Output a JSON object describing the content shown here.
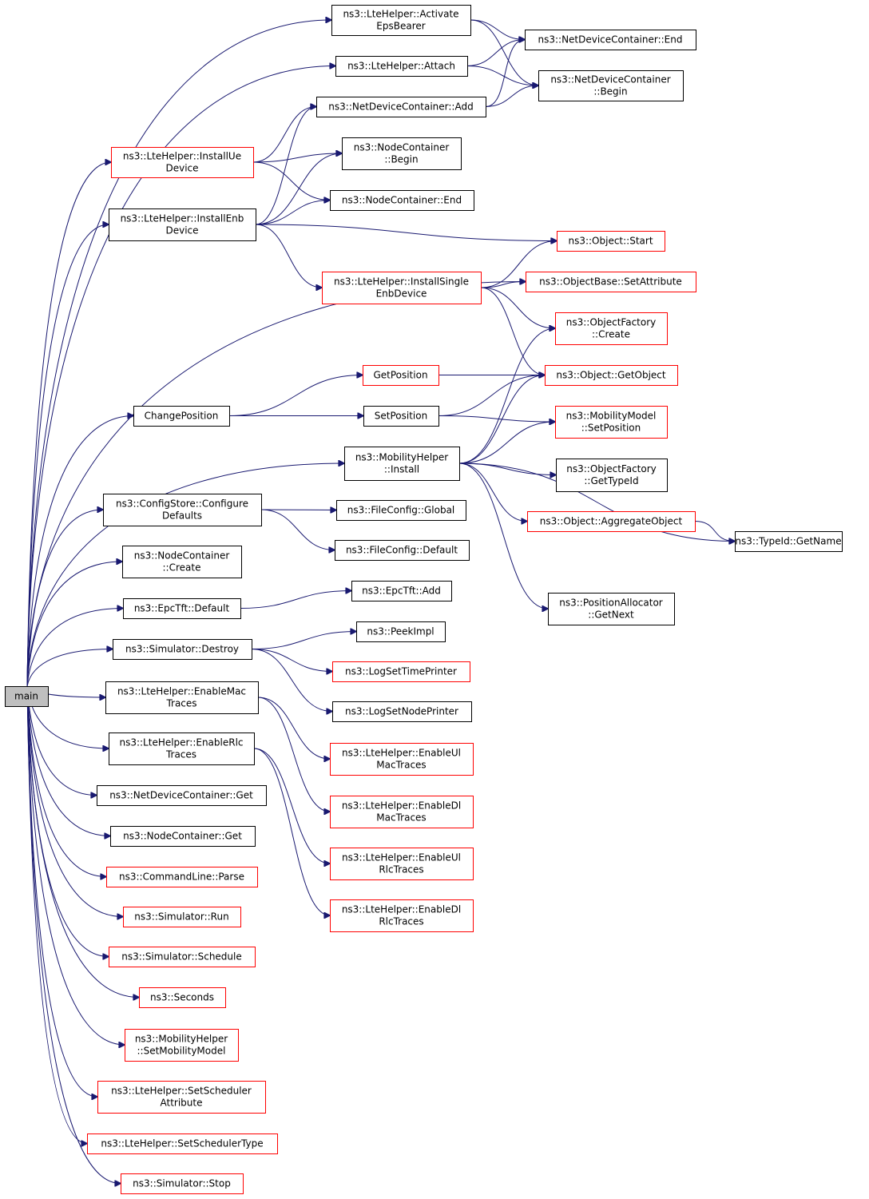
{
  "colors": {
    "edge": "#191970",
    "node_border_plain": "#000000",
    "node_border_red": "#ff0000",
    "root_fill": "#bfbfbf"
  },
  "nodes": {
    "main": {
      "lines": [
        "main"
      ],
      "red": false
    },
    "activateEpsBearer": {
      "lines": [
        "ns3::LteHelper::Activate",
        "EpsBearer"
      ],
      "red": false
    },
    "attach": {
      "lines": [
        "ns3::LteHelper::Attach"
      ],
      "red": false
    },
    "ndcEnd": {
      "lines": [
        "ns3::NetDeviceContainer::End"
      ],
      "red": false
    },
    "ndcBegin": {
      "lines": [
        "ns3::NetDeviceContainer",
        "::Begin"
      ],
      "red": false
    },
    "ndcAdd": {
      "lines": [
        "ns3::NetDeviceContainer::Add"
      ],
      "red": false
    },
    "installUe": {
      "lines": [
        "ns3::LteHelper::InstallUe",
        "Device"
      ],
      "red": true
    },
    "ncBegin": {
      "lines": [
        "ns3::NodeContainer",
        "::Begin"
      ],
      "red": false
    },
    "ncEnd": {
      "lines": [
        "ns3::NodeContainer::End"
      ],
      "red": false
    },
    "installEnb": {
      "lines": [
        "ns3::LteHelper::InstallEnb",
        "Device"
      ],
      "red": false
    },
    "objStart": {
      "lines": [
        "ns3::Object::Start"
      ],
      "red": true
    },
    "installSingleEnb": {
      "lines": [
        "ns3::LteHelper::InstallSingle",
        "EnbDevice"
      ],
      "red": true
    },
    "setAttribute": {
      "lines": [
        "ns3::ObjectBase::SetAttribute"
      ],
      "red": true
    },
    "ofCreate": {
      "lines": [
        "ns3::ObjectFactory",
        "::Create"
      ],
      "red": true
    },
    "getPosition": {
      "lines": [
        "GetPosition"
      ],
      "red": true
    },
    "getObject": {
      "lines": [
        "ns3::Object::GetObject"
      ],
      "red": true
    },
    "changePosition": {
      "lines": [
        "ChangePosition"
      ],
      "red": false
    },
    "setPosition": {
      "lines": [
        "SetPosition"
      ],
      "red": false
    },
    "mmSetPosition": {
      "lines": [
        "ns3::MobilityModel",
        "::SetPosition"
      ],
      "red": true
    },
    "mhInstall": {
      "lines": [
        "ns3::MobilityHelper",
        "::Install"
      ],
      "red": false
    },
    "ofGetTypeId": {
      "lines": [
        "ns3::ObjectFactory",
        "::GetTypeId"
      ],
      "red": false
    },
    "csConfigure": {
      "lines": [
        "ns3::ConfigStore::Configure",
        "Defaults"
      ],
      "red": false
    },
    "fcGlobal": {
      "lines": [
        "ns3::FileConfig::Global"
      ],
      "red": false
    },
    "aggregate": {
      "lines": [
        "ns3::Object::AggregateObject"
      ],
      "red": true
    },
    "typeIdGetName": {
      "lines": [
        "ns3::TypeId::GetName"
      ],
      "red": false
    },
    "fcDefault": {
      "lines": [
        "ns3::FileConfig::Default"
      ],
      "red": false
    },
    "ncCreate": {
      "lines": [
        "ns3::NodeContainer",
        "::Create"
      ],
      "red": false
    },
    "paGetNext": {
      "lines": [
        "ns3::PositionAllocator",
        "::GetNext"
      ],
      "red": false
    },
    "tftDefault": {
      "lines": [
        "ns3::EpcTft::Default"
      ],
      "red": false
    },
    "tftAdd": {
      "lines": [
        "ns3::EpcTft::Add"
      ],
      "red": false
    },
    "simDestroy": {
      "lines": [
        "ns3::Simulator::Destroy"
      ],
      "red": false
    },
    "peekImpl": {
      "lines": [
        "ns3::PeekImpl"
      ],
      "red": false
    },
    "logSetTime": {
      "lines": [
        "ns3::LogSetTimePrinter"
      ],
      "red": true
    },
    "logSetNode": {
      "lines": [
        "ns3::LogSetNodePrinter"
      ],
      "red": false
    },
    "enableMac": {
      "lines": [
        "ns3::LteHelper::EnableMac",
        "Traces"
      ],
      "red": false
    },
    "enableUlMac": {
      "lines": [
        "ns3::LteHelper::EnableUl",
        "MacTraces"
      ],
      "red": true
    },
    "enableRlc": {
      "lines": [
        "ns3::LteHelper::EnableRlc",
        "Traces"
      ],
      "red": false
    },
    "enableDlMac": {
      "lines": [
        "ns3::LteHelper::EnableDl",
        "MacTraces"
      ],
      "red": true
    },
    "ndcGet": {
      "lines": [
        "ns3::NetDeviceContainer::Get"
      ],
      "red": false
    },
    "ncGet": {
      "lines": [
        "ns3::NodeContainer::Get"
      ],
      "red": false
    },
    "enableUlRlc": {
      "lines": [
        "ns3::LteHelper::EnableUl",
        "RlcTraces"
      ],
      "red": true
    },
    "cmdParse": {
      "lines": [
        "ns3::CommandLine::Parse"
      ],
      "red": true
    },
    "simRun": {
      "lines": [
        "ns3::Simulator::Run"
      ],
      "red": true
    },
    "enableDlRlc": {
      "lines": [
        "ns3::LteHelper::EnableDl",
        "RlcTraces"
      ],
      "red": true
    },
    "simSchedule": {
      "lines": [
        "ns3::Simulator::Schedule"
      ],
      "red": true
    },
    "seconds": {
      "lines": [
        "ns3::Seconds"
      ],
      "red": true
    },
    "mhSetMobility": {
      "lines": [
        "ns3::MobilityHelper",
        "::SetMobilityModel"
      ],
      "red": true
    },
    "setSchedAttr": {
      "lines": [
        "ns3::LteHelper::SetScheduler",
        "Attribute"
      ],
      "red": true
    },
    "setSchedType": {
      "lines": [
        "ns3::LteHelper::SetSchedulerType"
      ],
      "red": true
    },
    "simStop": {
      "lines": [
        "ns3::Simulator::Stop"
      ],
      "red": true
    }
  },
  "edges": [
    [
      "main",
      "activateEpsBearer"
    ],
    [
      "main",
      "attach"
    ],
    [
      "main",
      "installUe"
    ],
    [
      "main",
      "installEnb"
    ],
    [
      "main",
      "setAttribute"
    ],
    [
      "main",
      "changePosition"
    ],
    [
      "main",
      "mhInstall"
    ],
    [
      "main",
      "csConfigure"
    ],
    [
      "main",
      "ncCreate"
    ],
    [
      "main",
      "tftDefault"
    ],
    [
      "main",
      "simDestroy"
    ],
    [
      "main",
      "enableMac"
    ],
    [
      "main",
      "enableRlc"
    ],
    [
      "main",
      "ndcGet"
    ],
    [
      "main",
      "ncGet"
    ],
    [
      "main",
      "cmdParse"
    ],
    [
      "main",
      "simRun"
    ],
    [
      "main",
      "simSchedule"
    ],
    [
      "main",
      "seconds"
    ],
    [
      "main",
      "mhSetMobility"
    ],
    [
      "main",
      "setSchedAttr"
    ],
    [
      "main",
      "setSchedType"
    ],
    [
      "main",
      "simStop"
    ],
    [
      "activateEpsBearer",
      "ndcEnd"
    ],
    [
      "activateEpsBearer",
      "ndcBegin"
    ],
    [
      "attach",
      "ndcEnd"
    ],
    [
      "attach",
      "ndcBegin"
    ],
    [
      "ndcAdd",
      "ndcBegin"
    ],
    [
      "ndcAdd",
      "ndcEnd"
    ],
    [
      "installUe",
      "ndcAdd"
    ],
    [
      "installUe",
      "ncBegin"
    ],
    [
      "installUe",
      "ncEnd"
    ],
    [
      "installEnb",
      "ndcAdd"
    ],
    [
      "installEnb",
      "ncBegin"
    ],
    [
      "installEnb",
      "ncEnd"
    ],
    [
      "installEnb",
      "objStart"
    ],
    [
      "installEnb",
      "installSingleEnb"
    ],
    [
      "installSingleEnb",
      "objStart"
    ],
    [
      "installSingleEnb",
      "setAttribute"
    ],
    [
      "installSingleEnb",
      "ofCreate"
    ],
    [
      "installSingleEnb",
      "getObject"
    ],
    [
      "getPosition",
      "getObject"
    ],
    [
      "changePosition",
      "getPosition"
    ],
    [
      "changePosition",
      "setPosition"
    ],
    [
      "setPosition",
      "getObject"
    ],
    [
      "setPosition",
      "mmSetPosition"
    ],
    [
      "mhInstall",
      "ofCreate"
    ],
    [
      "mhInstall",
      "getObject"
    ],
    [
      "mhInstall",
      "mmSetPosition"
    ],
    [
      "mhInstall",
      "ofGetTypeId"
    ],
    [
      "mhInstall",
      "aggregate"
    ],
    [
      "mhInstall",
      "typeIdGetName"
    ],
    [
      "mhInstall",
      "paGetNext"
    ],
    [
      "csConfigure",
      "fcGlobal"
    ],
    [
      "csConfigure",
      "fcDefault"
    ],
    [
      "aggregate",
      "typeIdGetName"
    ],
    [
      "tftDefault",
      "tftAdd"
    ],
    [
      "simDestroy",
      "peekImpl"
    ],
    [
      "simDestroy",
      "logSetTime"
    ],
    [
      "simDestroy",
      "logSetNode"
    ],
    [
      "enableMac",
      "enableUlMac"
    ],
    [
      "enableMac",
      "enableDlMac"
    ],
    [
      "enableRlc",
      "enableUlRlc"
    ],
    [
      "enableRlc",
      "enableDlRlc"
    ]
  ]
}
